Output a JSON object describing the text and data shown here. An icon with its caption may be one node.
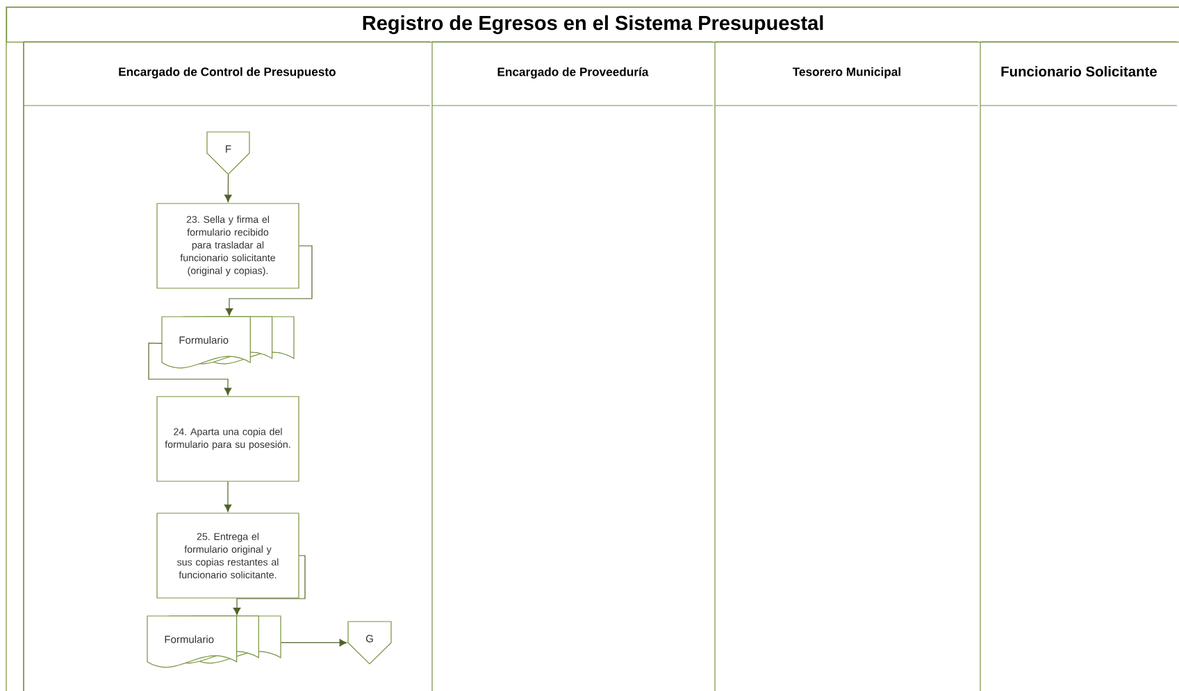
{
  "diagram": {
    "title": "Registro de Egresos en el Sistema Presupuestal",
    "nodes": [
      {
        "text": [
          "Encargado de Control de Presupuesto"
        ]
      },
      {
        "text": [
          "Encargado de Proveeduría"
        ]
      },
      {
        "text": [
          "Tesorero Municipal"
        ]
      },
      {
        "text": [
          "Funcionario Solicitante"
        ]
      },
      {
        "text": [
          "F"
        ],
        "in": 0
      },
      {
        "text": [
          "23. Sella y firma el formulario recibido para trasladar al funcionario solicitante (original y copias)."
        ],
        "in": 0
      },
      {
        "text": [
          "Formulario"
        ],
        "in": 0
      },
      {
        "text": [
          "24. Aparta una copia del formulario para su posesión."
        ],
        "in": 0
      },
      {
        "text": [
          "25. Entrega el formulario original y sus copias restantes al funcionario solicitante."
        ],
        "in": 0
      },
      {
        "text": [
          "Formulario"
        ],
        "in": 0
      },
      {
        "text": [
          "G"
        ],
        "in": 0
      }
    ],
    "edges": [
      {
        "from": 4,
        "to": 5,
        "arrow": "to"
      },
      {
        "from": 5,
        "to": 6,
        "arrow": "to"
      },
      {
        "from": 6,
        "to": 7,
        "arrow": "to"
      },
      {
        "from": 7,
        "to": 8,
        "arrow": "to"
      },
      {
        "from": 8,
        "to": 9,
        "arrow": "to"
      },
      {
        "from": 9,
        "to": 10,
        "arrow": "to"
      }
    ]
  }
}
